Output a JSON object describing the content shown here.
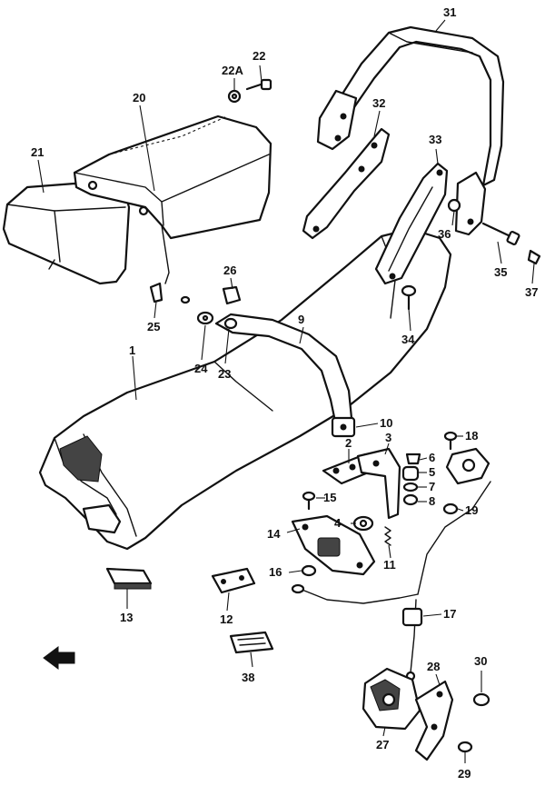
{
  "callouts": {
    "c1": "1",
    "c2": "2",
    "c3": "3",
    "c4": "4",
    "c5": "5",
    "c6": "6",
    "c7": "7",
    "c8": "8",
    "c9": "9",
    "c10": "10",
    "c11": "11",
    "c12": "12",
    "c13": "13",
    "c14": "14",
    "c15": "15",
    "c16": "16",
    "c17": "17",
    "c18": "18",
    "c19": "19",
    "c20": "20",
    "c21": "21",
    "c22": "22",
    "c22a": "22A",
    "c23": "23",
    "c24": "24",
    "c25": "25",
    "c26": "26",
    "c27": "27",
    "c28": "28",
    "c29": "29",
    "c30": "30",
    "c31": "31",
    "c32": "32",
    "c33": "33",
    "c34": "34",
    "c35": "35",
    "c36": "36",
    "c37": "37",
    "c38": "38"
  }
}
